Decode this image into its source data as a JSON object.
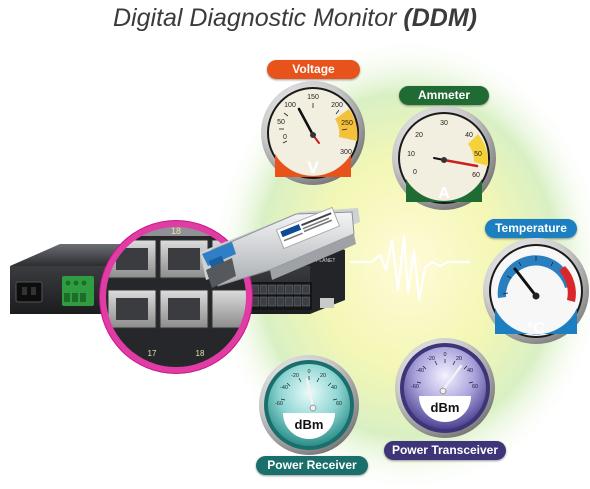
{
  "title": {
    "main": "Digital Diagnostic Monitor",
    "accent": "(DDM)"
  },
  "device": {
    "port_top": "18",
    "port_left": "17",
    "port_right": "18",
    "brand": "PLANET"
  },
  "gauges": {
    "voltage": {
      "label": "Voltage",
      "unit": "V",
      "color": "#e8531b",
      "ticks": [
        "0",
        "50",
        "100",
        "150",
        "200",
        "250",
        "300"
      ]
    },
    "ammeter": {
      "label": "Ammeter",
      "unit": "A",
      "color": "#1f6b33",
      "ticks": [
        "0",
        "10",
        "20",
        "30",
        "40",
        "50",
        "60"
      ]
    },
    "temperature": {
      "label": "Temperature",
      "unit": "°C",
      "color": "#1b7fc1"
    },
    "power_receiver": {
      "label": "Power Receiver",
      "unit": "dBm",
      "color": "#1a6f6c",
      "ticks": [
        "-40",
        "-20",
        "0",
        "20",
        "40"
      ],
      "minor_ticks": [
        "-60",
        "60"
      ]
    },
    "power_transceiver": {
      "label": "Power Transceiver",
      "unit": "dBm",
      "color": "#3e3579",
      "ticks": [
        "-40",
        "-20",
        "0",
        "20",
        "40"
      ],
      "minor_ticks": [
        "-60",
        "60"
      ]
    }
  }
}
